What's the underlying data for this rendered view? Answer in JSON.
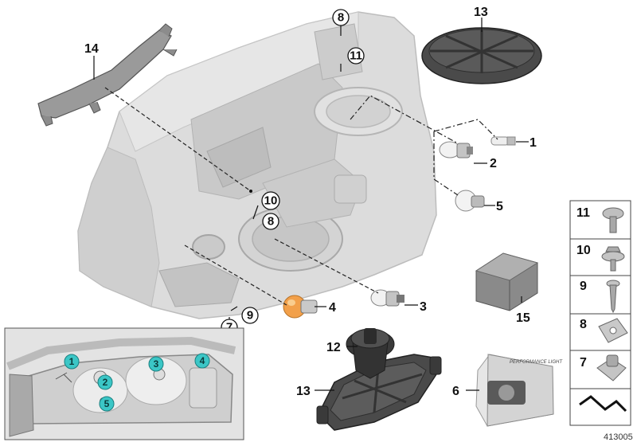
{
  "diagram_id": "413005",
  "colors": {
    "housing": "#d8d8d8",
    "housing_dark": "#b9b9b9",
    "part_dark": "#3c3c3c",
    "teal_marker": "#3bc6c6",
    "line": "#111111"
  },
  "main_labels": [
    {
      "num": "1"
    },
    {
      "num": "2"
    },
    {
      "num": "3"
    },
    {
      "num": "4"
    },
    {
      "num": "5"
    },
    {
      "num": "6"
    },
    {
      "num": "12"
    },
    {
      "num": "13"
    },
    {
      "num": "13"
    },
    {
      "num": "14"
    },
    {
      "num": "15"
    }
  ],
  "circle_labels": [
    {
      "num": "8"
    },
    {
      "num": "11"
    },
    {
      "num": "10"
    },
    {
      "num": "8"
    },
    {
      "num": "9"
    },
    {
      "num": "7"
    }
  ],
  "hardware_panel": [
    {
      "num": "11",
      "icon": "torx-screw-icon"
    },
    {
      "num": "10",
      "icon": "flange-screw-icon"
    },
    {
      "num": "9",
      "icon": "self-tapping-screw-icon"
    },
    {
      "num": "8",
      "icon": "spring-nut-icon"
    },
    {
      "num": "7",
      "icon": "clip-nut-icon"
    },
    {
      "num": "",
      "icon": "lightning-arrow-icon"
    }
  ],
  "inset_markers": [
    {
      "num": "1"
    },
    {
      "num": "2"
    },
    {
      "num": "3"
    },
    {
      "num": "4"
    },
    {
      "num": "5"
    }
  ],
  "product_box": {
    "label": "PERFORMANCE LIGHT"
  }
}
